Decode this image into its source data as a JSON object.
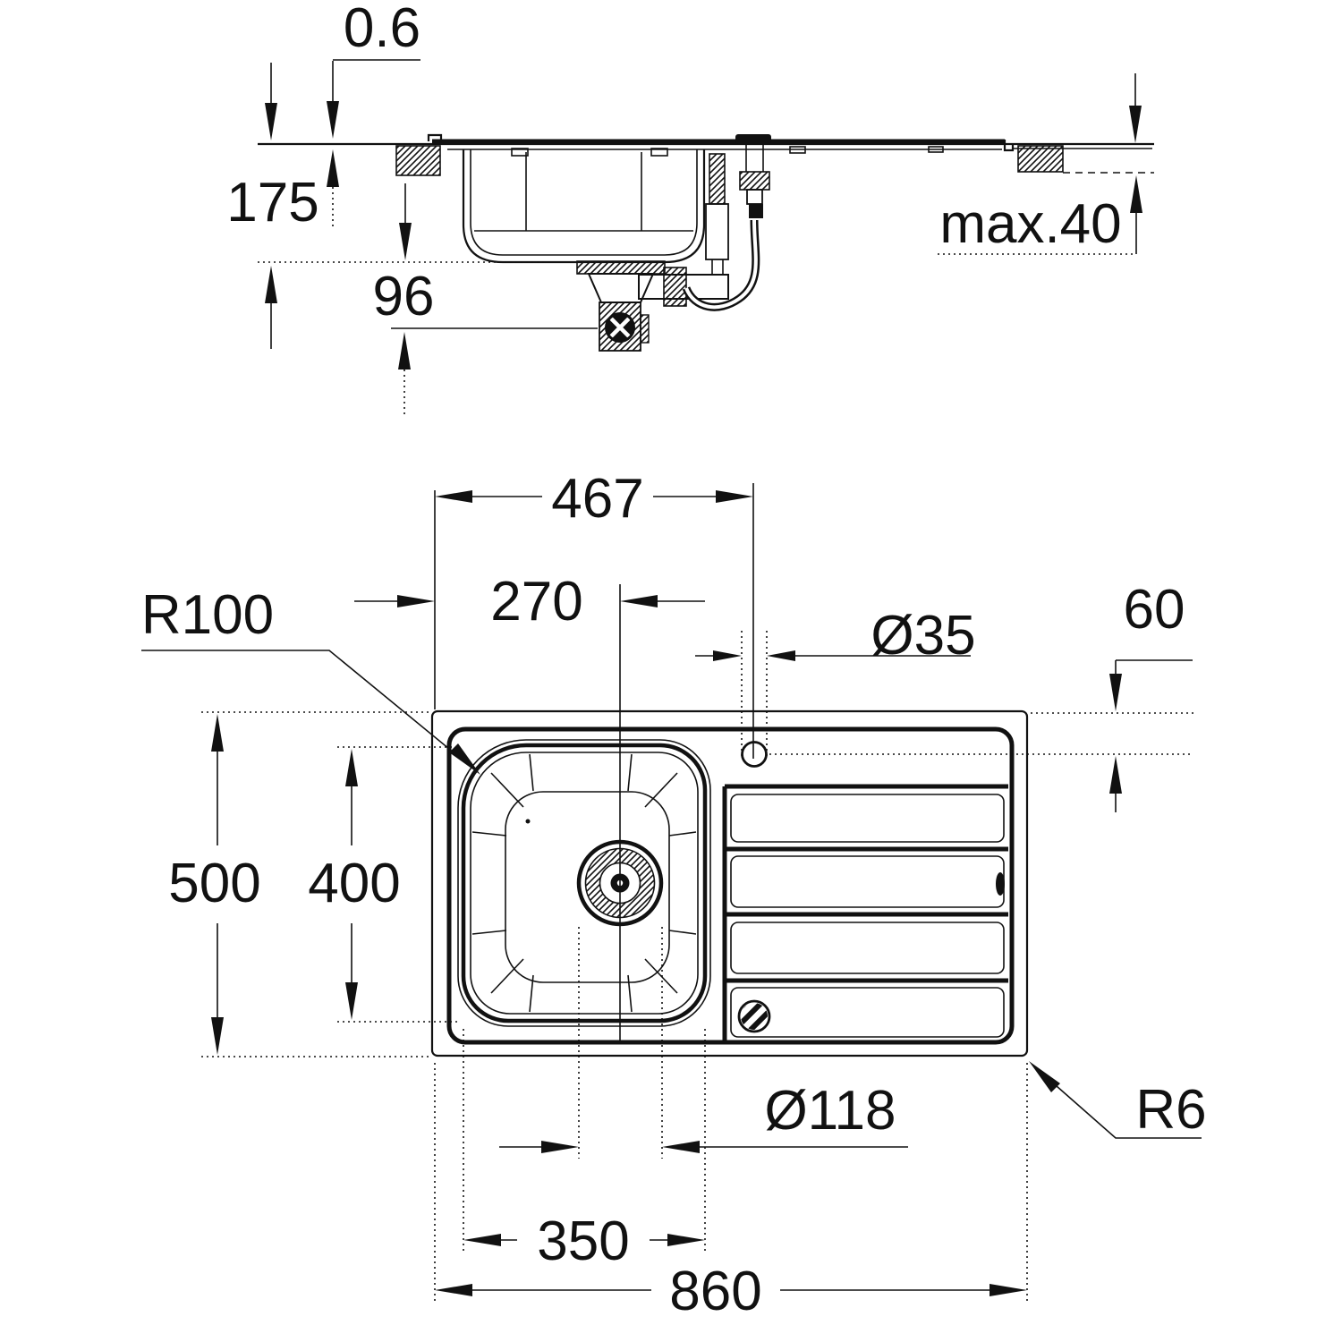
{
  "drawing_type": "sink-installation-dimension-drawing",
  "colors": {
    "line": "#111111",
    "background": "#ffffff"
  },
  "side_view": {
    "sheet_thickness": "0.6",
    "bowl_depth": "175",
    "trap_center_below_bowl": "96",
    "max_countertop_thickness": "max.40"
  },
  "plan_view": {
    "faucet_center_from_left": "467",
    "bowl_center_from_left": "270",
    "bowl_corner_radius": "R100",
    "faucet_hole_diameter": "Ø35",
    "faucet_center_from_top": "60",
    "overall_depth": "500",
    "bowl_length": "400",
    "drain_diameter": "Ø118",
    "bowl_width": "350",
    "overall_width": "860",
    "outer_corner_radius": "R6"
  }
}
